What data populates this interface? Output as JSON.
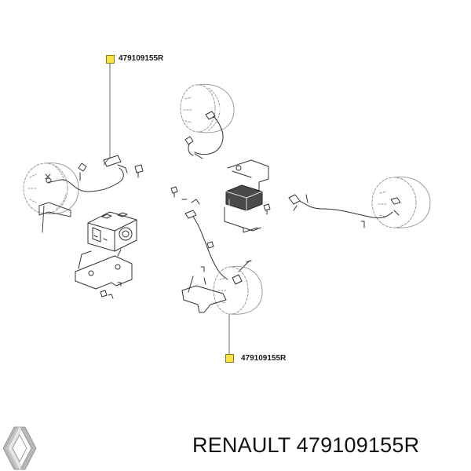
{
  "callouts": [
    {
      "part_number": "479109155R"
    },
    {
      "part_number": "479109155R"
    }
  ],
  "footer": {
    "brand": "RENAULT",
    "part_number": "479109155R"
  },
  "icons": [
    "renault-logo-icon"
  ],
  "colors": {
    "callout_marker": "#f7e44a",
    "line_art": "#555555",
    "text": "#111111"
  }
}
